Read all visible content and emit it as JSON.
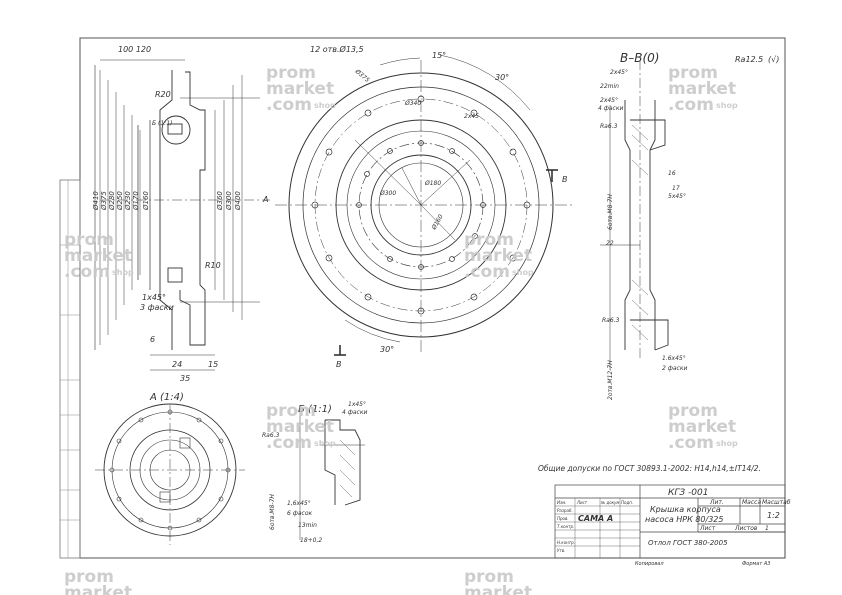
{
  "header_text": "",
  "watermark": {
    "line1": "prom",
    "line2": "market",
    "line3": ".com",
    "shop": "shop"
  },
  "views": {
    "front": {
      "section_marker": "A",
      "surface": "Ra6.3",
      "radius_top": "R20",
      "radius_mid": "R10",
      "dia_labels": [
        "Ø410",
        "Ø375",
        "Ø280",
        "Ø250",
        "Ø230",
        "Ø170",
        "Ø160",
        "Ø360",
        "Ø300",
        "Ø400"
      ],
      "chamfer_note_1": "1x45°",
      "chamfer_note_2": "3 фаски",
      "bottom_dims": [
        "24",
        "35",
        "15"
      ],
      "left_dim": "6",
      "top_dim": "100 120"
    },
    "main": {
      "holes_label": "12 отв.Ø13,5",
      "dims": [
        "Ø375",
        "Ø340",
        "Ø300",
        "Ø180",
        "Ø160",
        "2x45",
        "15°",
        "30°",
        "30°"
      ],
      "section_label": "B",
      "angle_label": "30°"
    },
    "section_vv": {
      "title": "B–B(0)",
      "roughness": "Ra12.5",
      "roughness_sym": "(√)",
      "top_dims": [
        "2x45°",
        "22min",
        "2x45°",
        "4 фаски"
      ],
      "surface": "Ra6.3",
      "left_label": "6отв.М8-7Н",
      "dims": [
        "16",
        "17",
        "5x45°",
        "22"
      ],
      "bottom_note_1": "1.6x45°",
      "bottom_note_2": "2 фаски",
      "bottom_label": "2отв.М12-7Н",
      "surface_2": "Ra6.3"
    },
    "view_a": {
      "title": "A (1:4)"
    },
    "detail_b": {
      "title": "Б (1:1)",
      "roughness": "Ra6.3",
      "chamfer": "1x45°",
      "chamfer_count": "4 фаски",
      "left_label": "6отв.М8-7Н",
      "note_1": "1,6x45°",
      "note_2": "6 фасок",
      "note_3": "13min",
      "note_4": "18+0,2"
    }
  },
  "general_note": "Общие допуски по ГОСТ 30893.1-2002: H14,h14,±IT14/2.",
  "title_block": {
    "doc_code": "КГЗ -001",
    "name_line1": "Крышка корпуса",
    "name_line2": "насоса НРК 80/325",
    "material": "Отлoл ГОСТ 380-2005",
    "scale_header": "Масштаб",
    "scale": "1:2",
    "mass_header": "Масса",
    "lit_header": "Лит.",
    "sheet": "Лист",
    "sheets": "Листов",
    "sheets_num": "1",
    "signer": "САМА А",
    "roles": [
      "Разраб.",
      "Пров.",
      "Т.контр.",
      "Н.контр.",
      "Утв."
    ],
    "top_row": [
      "Изм.",
      "Лист",
      "№ докум.",
      "Подп.",
      "Дата"
    ],
    "copied": "Копировал",
    "format": "Формат А3"
  }
}
